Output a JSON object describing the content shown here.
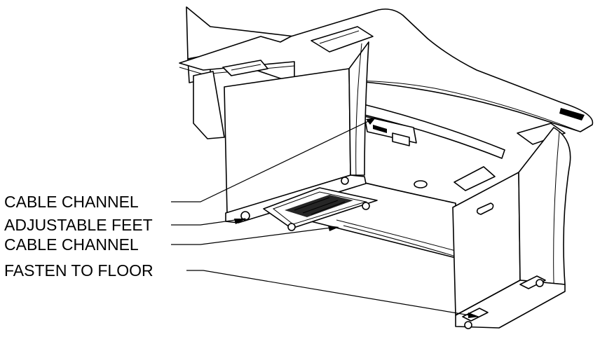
{
  "callouts": [
    {
      "id": "cable-channel-upper",
      "text": "CABLE CHANNEL"
    },
    {
      "id": "adjustable-feet",
      "text": "ADJUSTABLE FEET"
    },
    {
      "id": "cable-channel-lower",
      "text": "CABLE CHANNEL"
    },
    {
      "id": "fasten-to-floor",
      "text": "FASTEN TO FLOOR"
    }
  ],
  "colors": {
    "ink": "#000000",
    "paper": "#ffffff"
  }
}
